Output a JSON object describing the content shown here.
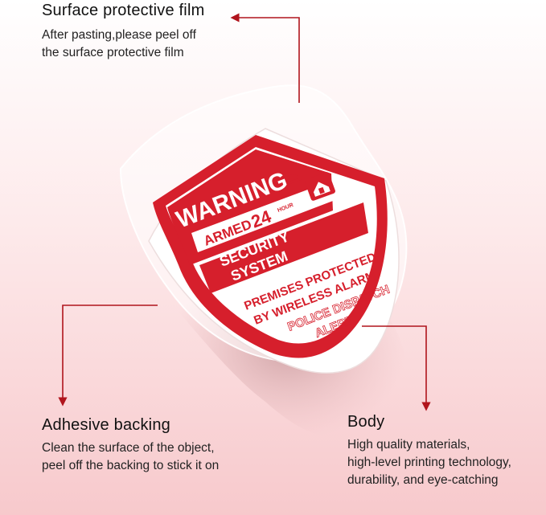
{
  "callouts": {
    "film": {
      "title": "Surface protective film",
      "line1": "After pasting,please peel off",
      "line2": "the surface protective film"
    },
    "adhesive": {
      "title": "Adhesive backing",
      "line1": "Clean the surface of the object,",
      "line2": "peel off the backing to stick it on"
    },
    "body": {
      "title": "Body",
      "line1": "High quality materials,",
      "line2": "high-level printing technology,",
      "line3": "durability, and eye-catching"
    }
  },
  "sticker": {
    "warning": "WARNING",
    "armed": "ARMED",
    "hours": "24",
    "hour_unit": "HOUR",
    "security1": "SECURITY",
    "security2": "SYSTEM",
    "premises1": "PREMISES PROTECTED",
    "premises2": "BY WIRELESS ALARM",
    "police1": "POLICE DISPATCH",
    "police2": "ALERT"
  },
  "colors": {
    "brand_red": "#d61f2c",
    "arrow_red": "#b0141c"
  }
}
